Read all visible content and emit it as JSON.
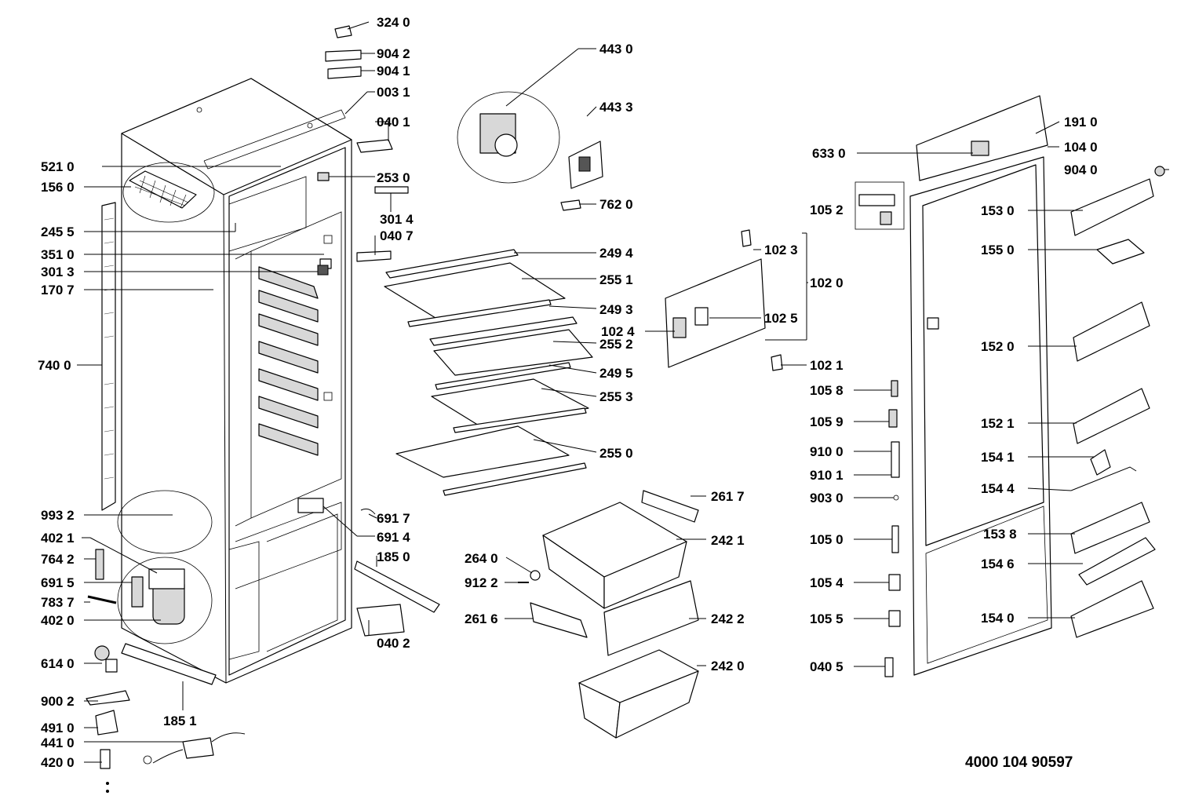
{
  "document_number": "4000 104 90597",
  "labels": {
    "l_324_0": "324 0",
    "l_904_2": "904 2",
    "l_904_1": "904 1",
    "l_003_1": "003 1",
    "l_040_1": "040 1",
    "l_253_0": "253 0",
    "l_301_4": "301 4",
    "l_040_7": "040 7",
    "l_521_0": "521 0",
    "l_156_0": "156 0",
    "l_245_5": "245 5",
    "l_351_0": "351 0",
    "l_301_3": "301 3",
    "l_170_7": "170 7",
    "l_740_0": "740 0",
    "l_993_2": "993 2",
    "l_402_1": "402 1",
    "l_764_2": "764 2",
    "l_691_5": "691 5",
    "l_783_7": "783 7",
    "l_402_0": "402 0",
    "l_614_0": "614 0",
    "l_900_2": "900 2",
    "l_491_0": "491 0",
    "l_441_0": "441 0",
    "l_420_0": "420 0",
    "l_185_1": "185 1",
    "l_185_0": "185 0",
    "l_040_2": "040 2",
    "l_691_7": "691 7",
    "l_691_4": "691 4",
    "l_443_0": "443 0",
    "l_443_3": "443 3",
    "l_762_0": "762 0",
    "l_249_4": "249 4",
    "l_255_1": "255 1",
    "l_249_3": "249 3",
    "l_255_2": "255 2",
    "l_249_5": "249 5",
    "l_255_3": "255 3",
    "l_255_0": "255 0",
    "l_261_7": "261 7",
    "l_242_1": "242 1",
    "l_264_0": "264 0",
    "l_912_2": "912 2",
    "l_261_6": "261 6",
    "l_242_2": "242 2",
    "l_242_0": "242 0",
    "l_102_3": "102 3",
    "l_102_0": "102 0",
    "l_102_4": "102 4",
    "l_102_5": "102 5",
    "l_102_1": "102 1",
    "l_633_0": "633 0",
    "l_105_2": "105 2",
    "l_105_8": "105 8",
    "l_105_9": "105 9",
    "l_910_0": "910 0",
    "l_910_1": "910 1",
    "l_903_0": "903 0",
    "l_105_0": "105 0",
    "l_105_4": "105 4",
    "l_105_5": "105 5",
    "l_040_5": "040 5",
    "l_191_0": "191 0",
    "l_104_0": "104 0",
    "l_904_0": "904 0",
    "l_153_0": "153 0",
    "l_155_0": "155 0",
    "l_152_0": "152 0",
    "l_152_1": "152 1",
    "l_154_1": "154 1",
    "l_154_4": "154 4",
    "l_153_8": "153 8",
    "l_154_6": "154 6",
    "l_154_0": "154 0"
  }
}
